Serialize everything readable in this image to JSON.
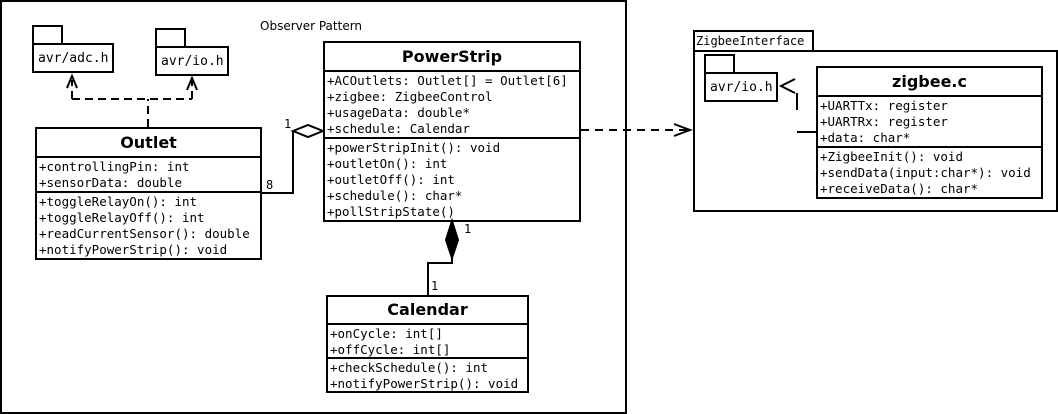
{
  "frame": {
    "title": "Observer Pattern"
  },
  "packages": {
    "adc": "avr/adc.h",
    "io": "avr/io.h",
    "zig_io": "avr/io.h",
    "zigbee_interface": "ZigbeeInterface"
  },
  "outlet": {
    "name": "Outlet",
    "attributes": [
      "+controllingPin: int",
      "+sensorData: double"
    ],
    "methods": [
      "+toggleRelayOn(): int",
      "+toggleRelayOff(): int",
      "+readCurrentSensor(): double",
      "+notifyPowerStrip(): void"
    ]
  },
  "powerstrip": {
    "name": "PowerStrip",
    "attributes": [
      "+ACOutlets: Outlet[] = Outlet[6]",
      "+zigbee: ZigbeeControl",
      "+usageData: double*",
      "+schedule: Calendar"
    ],
    "methods": [
      "+powerStripInit(): void",
      "+outletOn(): int",
      "+outletOff(): int",
      "+schedule(): char*",
      "+pollStripState()"
    ]
  },
  "calendar": {
    "name": "Calendar",
    "attributes": [
      "+onCycle: int[]",
      "+offCycle: int[]"
    ],
    "methods": [
      "+checkSchedule(): int",
      "+notifyPowerStrip(): void"
    ]
  },
  "zigbee": {
    "name": "zigbee.c",
    "attributes": [
      "+UARTTx: register",
      "+UARTRx: register",
      "+data: char*"
    ],
    "methods": [
      "+ZigbeeInit(): void",
      "+sendData(input:char*): void",
      "+receiveData(): char*"
    ]
  },
  "multiplicity": {
    "agg_ps": "1",
    "agg_outlet": "8",
    "comp_ps": "1",
    "comp_cal": "1"
  }
}
